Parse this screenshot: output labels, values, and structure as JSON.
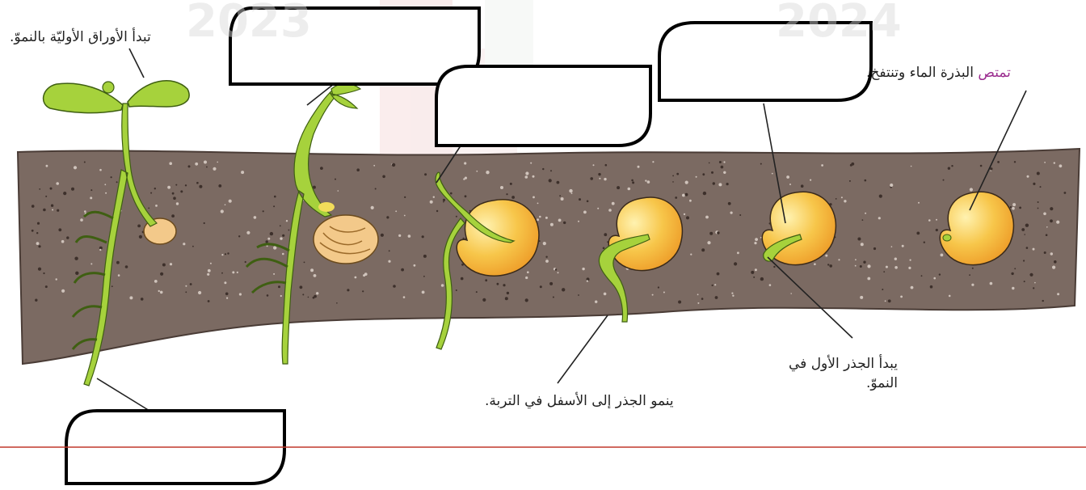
{
  "watermark": {
    "year_left": "2023",
    "year_right": "2024"
  },
  "labels": {
    "leaves": "تبدأ الأوراق الأوليّة بالنموّ.",
    "absorb_accent": "تمتص",
    "absorb_rest": " البذرة الماء وتنتفخ.",
    "first_root_line1": "يبدأ الجذر الأول في",
    "first_root_line2": "النموّ.",
    "root_down": "ينمو الجذر إلى الأسفل في التربة."
  },
  "blank_boxes": [
    "",
    "",
    "",
    ""
  ],
  "colors": {
    "soil": "#7b6a62",
    "soil_edge": "#4a3c36",
    "seed": "#f7c64a",
    "plant": "#a6d23c",
    "plant_outline": "#3f5f12",
    "accent": "#9b2c8f",
    "rule": "#c0392b"
  }
}
